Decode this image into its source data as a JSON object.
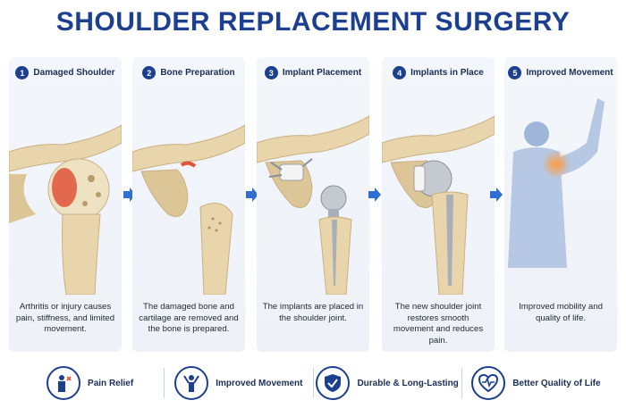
{
  "title": "SHOULDER REPLACEMENT SURGERY",
  "steps": [
    {
      "num": "1",
      "label": "Damaged Shoulder",
      "desc": "Arthritis or injury causes pain, stiffness, and limited movement."
    },
    {
      "num": "2",
      "label": "Bone Preparation",
      "desc": "The damaged bone and cartilage are removed and the bone is prepared."
    },
    {
      "num": "3",
      "label": "Implant Placement",
      "desc": "The implants are placed in the shoulder joint."
    },
    {
      "num": "4",
      "label": "Implants in Place",
      "desc": "The new shoulder joint restores smooth movement and reduces pain."
    },
    {
      "num": "5",
      "label": "Improved Movement",
      "desc": "Improved mobility and quality of life."
    }
  ],
  "benefits": [
    {
      "label": "Pain Relief",
      "icon": "pain-relief-icon"
    },
    {
      "label": "Improved Movement",
      "icon": "person-arms-up-icon"
    },
    {
      "label": "Durable & Long-Lasting",
      "icon": "shield-check-icon"
    },
    {
      "label": "Better Quality of Life",
      "icon": "heart-pulse-icon"
    }
  ],
  "colors": {
    "brand": "#1d3f8f",
    "bone": "#e8d5ac",
    "inflamed": "#e0533a",
    "metal": "#b9bec6",
    "arrow": "#2f6fd1"
  }
}
